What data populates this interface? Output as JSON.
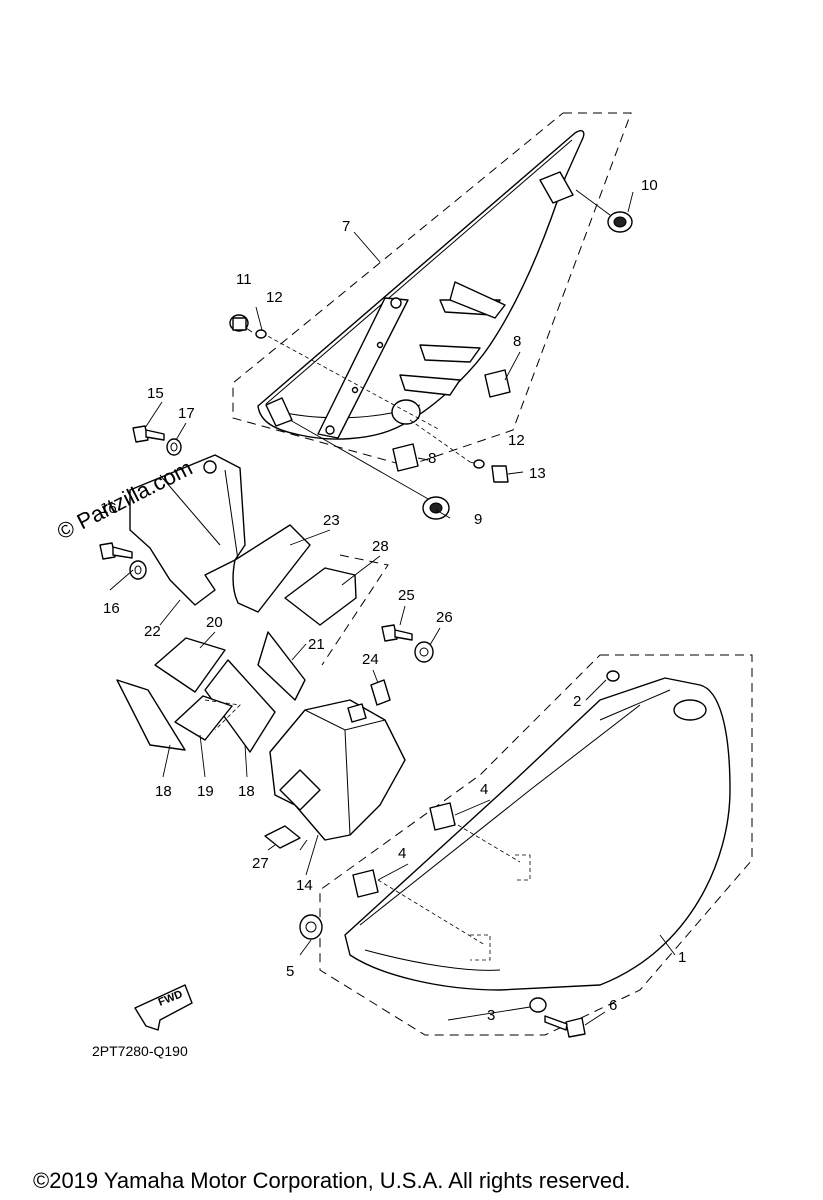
{
  "diagram_code": "2PT7280-Q190",
  "copyright": "©2019 Yamaha Motor Corporation, U.S.A. All rights reserved.",
  "watermark": "© Partzilla.com",
  "fwd_label": "FWD",
  "callouts": {
    "p1": "1",
    "p2": "2",
    "p3": "3",
    "p4a": "4",
    "p4b": "4",
    "p5": "5",
    "p6": "6",
    "p7": "7",
    "p8a": "8",
    "p8b": "8",
    "p9": "9",
    "p10": "10",
    "p11": "11",
    "p12a": "12",
    "p12b": "12",
    "p13": "13",
    "p14": "14",
    "p15": "15",
    "p16a": "16",
    "p16b": "16",
    "p17": "17",
    "p18a": "18",
    "p18b": "18",
    "p19": "19",
    "p20": "20",
    "p21": "21",
    "p22": "22",
    "p23": "23",
    "p24": "24",
    "p25": "25",
    "p26": "26",
    "p27": "27",
    "p28": "28"
  }
}
